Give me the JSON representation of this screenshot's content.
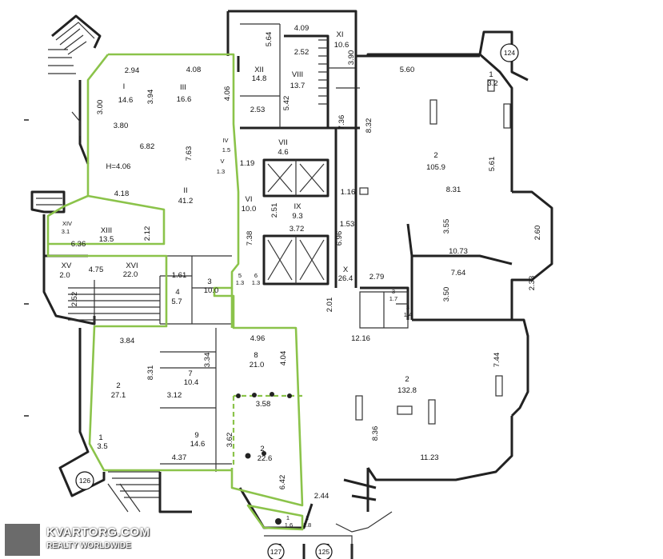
{
  "watermark": {
    "brand": "KVARTORG.COM",
    "tagline": "REALTY WORLDWIDE"
  },
  "markers": [
    "124",
    "126",
    "127",
    "125"
  ],
  "rooms": [
    {
      "id": "I",
      "area": "14.6"
    },
    {
      "id": "III",
      "area": "16.6"
    },
    {
      "id": "XII",
      "area": "14.8"
    },
    {
      "id": "VIII",
      "area": "13.7"
    },
    {
      "id": "XI",
      "area": "10.6"
    },
    {
      "id": "IV",
      "area": "1.5"
    },
    {
      "id": "V",
      "area": "1.3"
    },
    {
      "id": "VII",
      "area": "4.6"
    },
    {
      "id": "II",
      "area": "41.2"
    },
    {
      "id": "VI",
      "area": "10.0"
    },
    {
      "id": "IX",
      "area": "9.3"
    },
    {
      "id": "XIV",
      "area": "3.1"
    },
    {
      "id": "XIII",
      "area": "13.5"
    },
    {
      "id": "XV",
      "area": "2.0"
    },
    {
      "id": "XVI",
      "area": "22.0"
    },
    {
      "id": "X",
      "area": "26.4"
    },
    {
      "id": "4",
      "area": "5.7"
    },
    {
      "id": "3",
      "area": "10.0"
    },
    {
      "id": "5",
      "area": "1.3"
    },
    {
      "id": "6",
      "area": "1.3"
    },
    {
      "id": "2",
      "area": "27.1"
    },
    {
      "id": "7",
      "area": "10.4"
    },
    {
      "id": "8",
      "area": "21.0"
    },
    {
      "id": "9",
      "area": "14.6"
    },
    {
      "id": "1",
      "area": "3.5"
    },
    {
      "id": "2",
      "area": "22.6"
    },
    {
      "id": "1",
      "area": "1.6"
    },
    {
      "id": "1",
      "area": "1.8"
    },
    {
      "id": "1",
      "area": "3.2"
    },
    {
      "id": "2",
      "area": "105.9"
    },
    {
      "id": "2",
      "area": "132.8"
    },
    {
      "id": "3",
      "area": "1.7"
    },
    {
      "id": "3",
      "area": "1.4"
    }
  ],
  "dimensions": [
    "4.09",
    "5.64",
    "3.90",
    "2.94",
    "4.08",
    "2.52",
    "5.60",
    "3.00",
    "3.94",
    "4.06",
    "5.42",
    "2.53",
    "3.80",
    "7.36",
    "8.32",
    "6.82",
    "7.63",
    "H=4.06",
    "1.19",
    "5.61",
    "4.18",
    "1.16",
    "8.31",
    "2.51",
    "3.72",
    "1.53",
    "6.36",
    "2.12",
    "7.38",
    "6.96",
    "3.55",
    "2.60",
    "10.73",
    "4.75",
    "1.61",
    "2.79",
    "7.64",
    "2.52",
    "2.01",
    "3.50",
    "2.33",
    "12.16",
    "3.84",
    "4.96",
    "4.04",
    "3.34",
    "7.44",
    "8.31",
    "3.12",
    "3.58",
    "3.62",
    "8.36",
    "4.37",
    "6.42",
    "11.23",
    "2.44"
  ]
}
